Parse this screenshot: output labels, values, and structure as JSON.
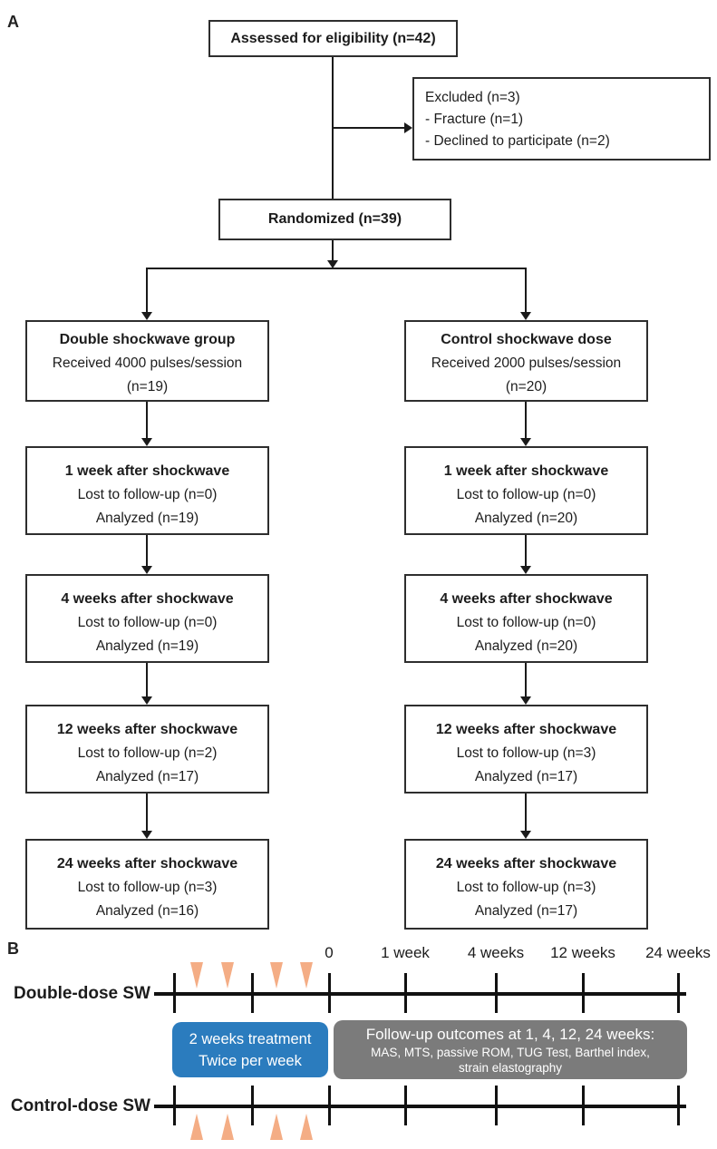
{
  "panelA": {
    "label": "A",
    "assessed": "Assessed for eligibility (n=42)",
    "excluded": {
      "line1": "Excluded (n=3)",
      "line2": "- Fracture (n=1)",
      "line3": "- Declined to participate (n=2)"
    },
    "randomized": "Randomized (n=39)",
    "groups": [
      {
        "title": "Double shockwave group",
        "line2": "Received 4000 pulses/session",
        "line3": "(n=19)",
        "followups": [
          {
            "title": "1 week after shockwave",
            "lost": "Lost to follow-up (n=0)",
            "analyzed": "Analyzed (n=19)"
          },
          {
            "title": "4 weeks after shockwave",
            "lost": "Lost to follow-up (n=0)",
            "analyzed": "Analyzed (n=19)"
          },
          {
            "title": "12 weeks after shockwave",
            "lost": "Lost to follow-up (n=2)",
            "analyzed": "Analyzed (n=17)"
          },
          {
            "title": "24 weeks after shockwave",
            "lost": "Lost to follow-up (n=3)",
            "analyzed": "Analyzed (n=16)"
          }
        ]
      },
      {
        "title": "Control shockwave dose",
        "line2": "Received 2000 pulses/session",
        "line3": "(n=20)",
        "followups": [
          {
            "title": "1 week after shockwave",
            "lost": "Lost to follow-up (n=0)",
            "analyzed": "Analyzed (n=20)"
          },
          {
            "title": "4 weeks after shockwave",
            "lost": "Lost to follow-up (n=0)",
            "analyzed": "Analyzed (n=20)"
          },
          {
            "title": "12 weeks after shockwave",
            "lost": "Lost to follow-up (n=3)",
            "analyzed": "Analyzed (n=17)"
          },
          {
            "title": "24 weeks after shockwave",
            "lost": "Lost to follow-up (n=3)",
            "analyzed": "Analyzed (n=17)"
          }
        ]
      }
    ]
  },
  "panelB": {
    "label": "B",
    "time_labels": [
      "0",
      "1 week",
      "4 weeks",
      "12 weeks",
      "24 weeks"
    ],
    "timelines": [
      {
        "label": "Double-dose SW"
      },
      {
        "label": "Control-dose SW"
      }
    ],
    "treatment_box": {
      "line1": "2 weeks treatment",
      "line2": "Twice per week",
      "color": "#2b7cbe"
    },
    "followup_box": {
      "line1": "Follow-up outcomes at 1, 4, 12, 24 weeks:",
      "line2": "MAS, MTS, passive ROM, TUG Test, Barthel index,",
      "line3": "strain elastography",
      "color": "#7b7b7b"
    },
    "triangle_color": "#f4ad85"
  }
}
